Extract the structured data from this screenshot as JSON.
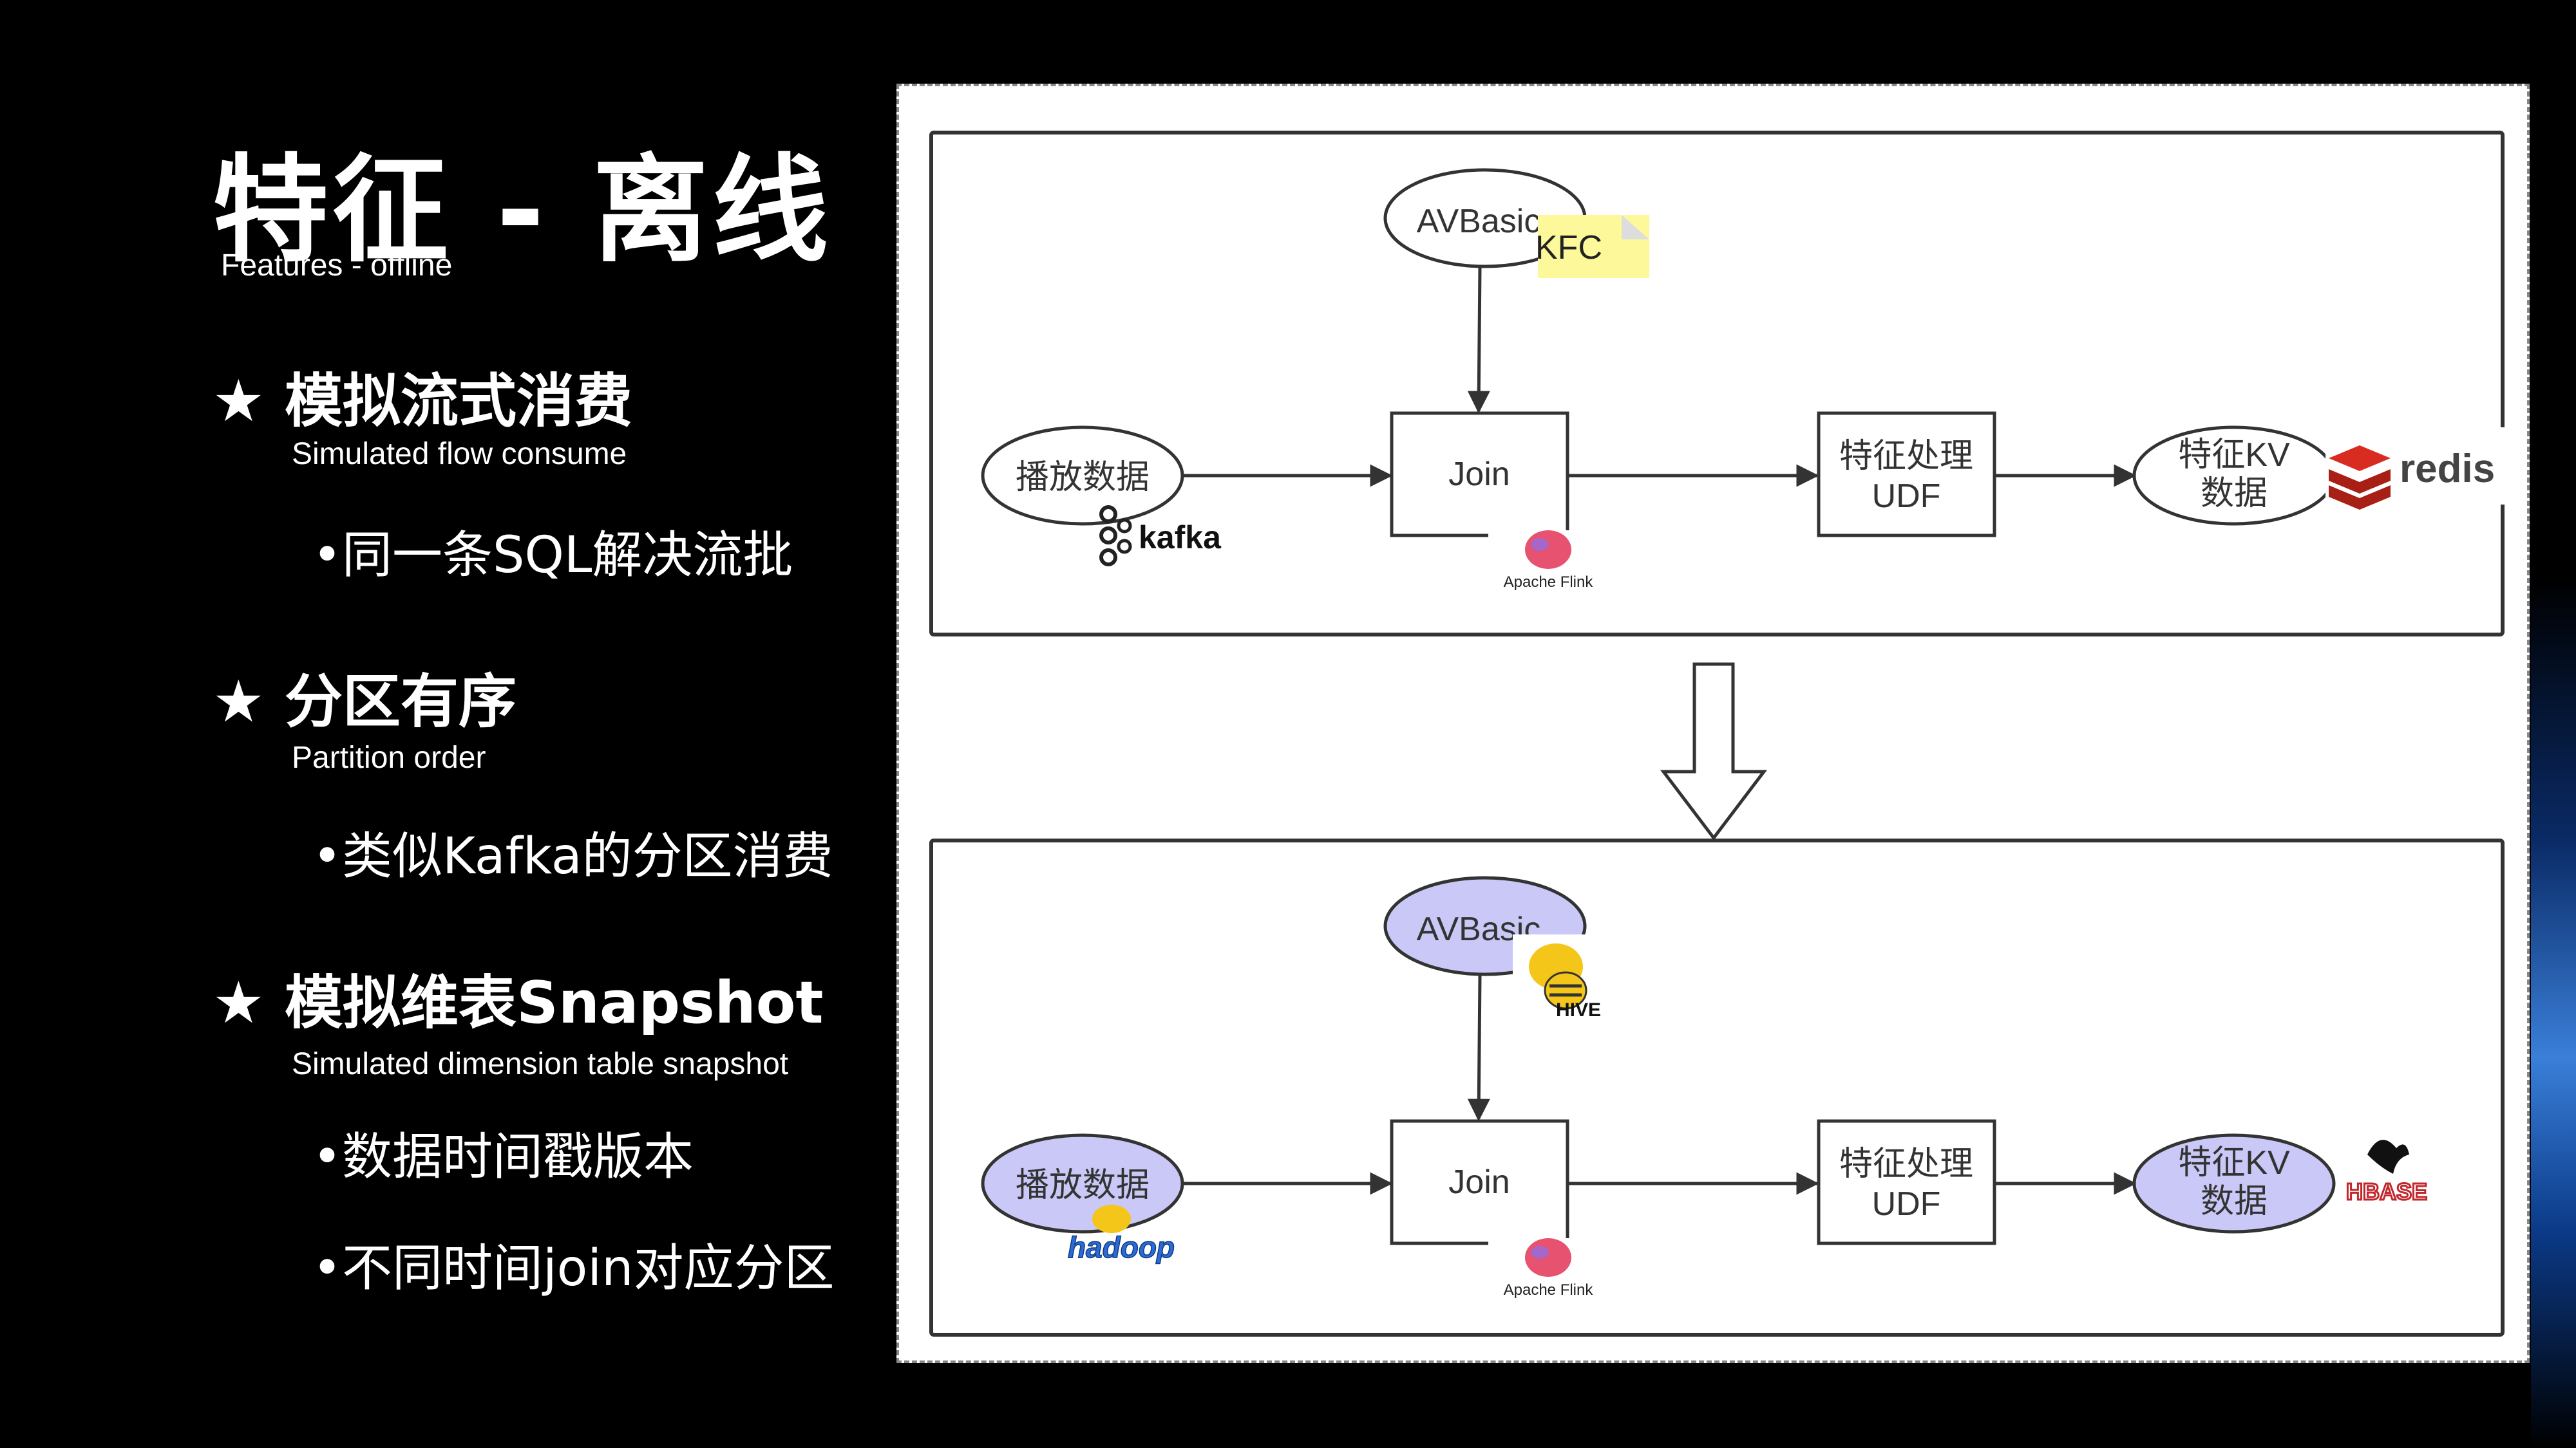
{
  "slide": {
    "title": "特征 - 离线",
    "subtitle": "Features - offline",
    "sections": [
      {
        "heading": "★ 模拟流式消费",
        "sub": "Simulated flow consume",
        "bullets": [
          "•同一条SQL解决流批"
        ]
      },
      {
        "heading": "★ 分区有序",
        "sub": "Partition order",
        "bullets": [
          "•类似Kafka的分区消费"
        ]
      },
      {
        "heading": "★ 模拟维表Snapshot",
        "sub": "Simulated dimension table snapshot",
        "bullets": [
          "•数据时间戳版本",
          "•不同时间join对应分区"
        ]
      }
    ]
  },
  "diagram": {
    "top": {
      "source_dim": "AVBasic",
      "note": "KFC",
      "source_stream": "播放数据",
      "stream_logo": "kafka",
      "join": "Join",
      "engine_logo": "Apache Flink",
      "udf_line1": "特征处理",
      "udf_line2": "UDF",
      "sink_line1": "特征KV",
      "sink_line2": "数据",
      "sink_logo": "redis"
    },
    "bottom": {
      "source_dim": "AVBasic",
      "dim_logo": "HIVE",
      "source_stream": "播放数据",
      "stream_logo": "hadoop",
      "join": "Join",
      "engine_logo": "Apache Flink",
      "udf_line1": "特征处理",
      "udf_line2": "UDF",
      "sink_line1": "特征KV",
      "sink_line2": "数据",
      "sink_logo": "HBASE"
    },
    "colors": {
      "offline_fill": "#c9c8f7",
      "note_fill": "#fdf99a",
      "redis_red": "#d82c20",
      "hbase_red": "#c1272d",
      "flink_pink": "#e6526f",
      "hadoop_blue": "#2a6bd6",
      "hive_yellow": "#f5c61a"
    }
  }
}
